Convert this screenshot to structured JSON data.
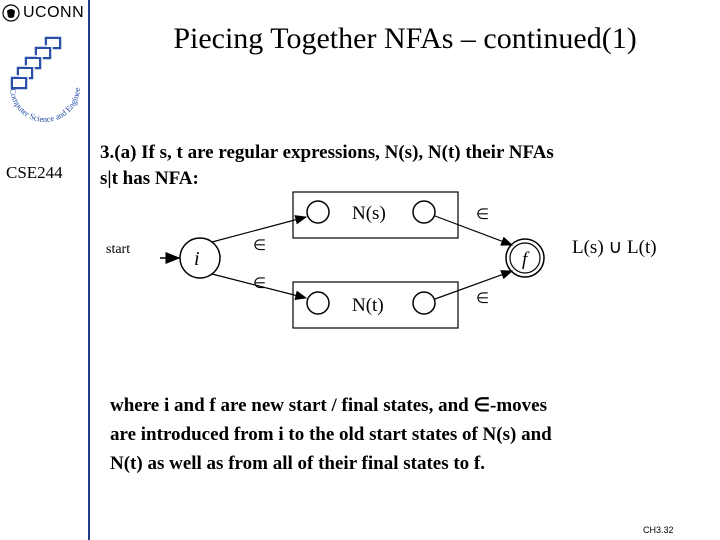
{
  "header": {
    "institution": "UCONN",
    "title": "Piecing Together NFAs – continued(1)"
  },
  "sidebar": {
    "course": "CSE244",
    "logo_text": "Computer Science and Engineering"
  },
  "point": {
    "line1": "3.(a) If s, t are regular expressions, N(s), N(t) their NFAs",
    "line2": "s|t has NFA:"
  },
  "diagram": {
    "start_label": "start",
    "initial_state": "i",
    "final_state": "f",
    "upper_nfa": "N(s)",
    "lower_nfa": "N(t)",
    "epsilon": "∈",
    "language": "L(s) ∪ L(t)"
  },
  "body": {
    "line1": "where i and f are new start / final states, and ∈-moves",
    "line2": "are introduced from i to the old start states of N(s) and",
    "line3": "N(t) as well as from all of their final states to f."
  },
  "footer": {
    "page": "CH3.32"
  },
  "colors": {
    "accent": "#1f3d8c",
    "logo_blue": "#2a4fa8"
  }
}
